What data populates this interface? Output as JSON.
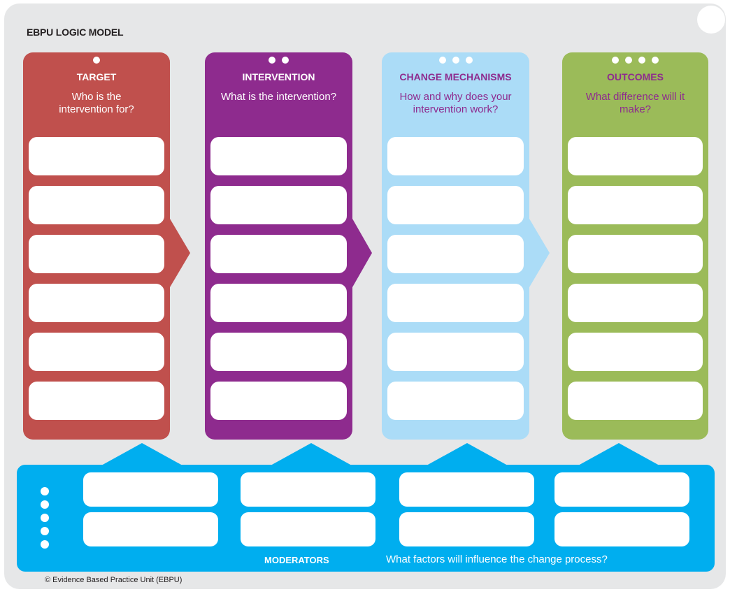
{
  "title": "EBPU LOGIC MODEL",
  "colors": {
    "target": "#c0504d",
    "intervention": "#8e2b8e",
    "change_mechanisms": "#abdcf7",
    "outcomes": "#9bbb59",
    "moderators": "#00aeef",
    "board": "#e6e7e8"
  },
  "columns": [
    {
      "key": "target",
      "dots": 1,
      "title": "TARGET",
      "question": "Who is the intervention for?"
    },
    {
      "key": "intervention",
      "dots": 2,
      "title": "INTERVENTION",
      "question": "What is the intervention?"
    },
    {
      "key": "change_mechanisms",
      "dots": 3,
      "title": "CHANGE MECHANISMS",
      "question": "How and why does your intervention work?"
    },
    {
      "key": "outcomes",
      "dots": 4,
      "title": "OUTCOMES",
      "question": "What difference will it make?"
    }
  ],
  "boxes_per_column": 6,
  "moderators": {
    "dots": 5,
    "label": "MODERATORS",
    "question": "What factors will influence the change process?",
    "box_rows": 2,
    "box_cols": 4
  },
  "footer": "© Evidence Based Practice Unit (EBPU)"
}
